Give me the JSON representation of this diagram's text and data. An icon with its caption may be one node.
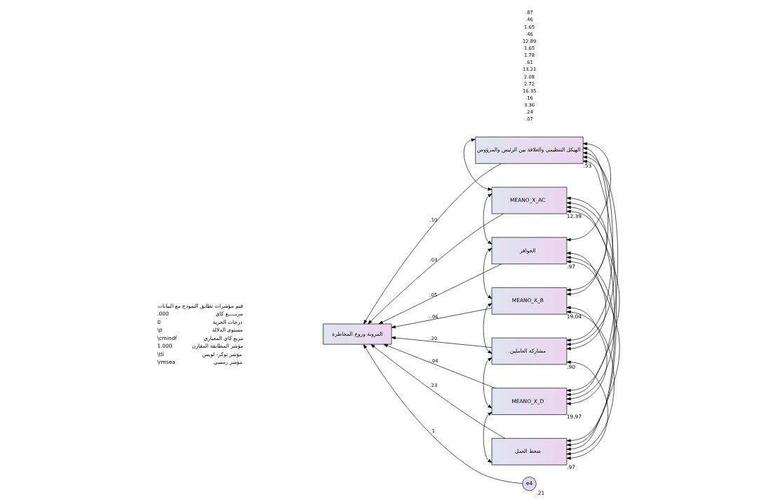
{
  "diagram": {
    "nodes": [
      {
        "text": [
          "المرونة وروح المخاطرة"
        ]
      },
      {
        "text": [
          "الهيكل التنظيمي والعلاقة بين الرئيس والمرؤوس"
        ],
        "beside": [
          ".53"
        ]
      },
      {
        "text": [
          "MEANO_X_AC"
        ],
        "beside": [
          "12.39"
        ]
      },
      {
        "text": [
          "الحوافز"
        ],
        "beside": [
          ".97"
        ]
      },
      {
        "text": [
          "MEANO_X_B"
        ],
        "beside": [
          "19.04"
        ]
      },
      {
        "text": [
          "مشاركة العاملين"
        ],
        "beside": [
          ".90"
        ]
      },
      {
        "text": [
          "MEANO_X_D"
        ],
        "beside": [
          "19.97"
        ]
      },
      {
        "text": [
          "ضغط العمل"
        ],
        "beside": [
          ".97"
        ]
      },
      {
        "text": [
          "e4"
        ],
        "beside": [
          ".21"
        ]
      }
    ],
    "edges": [
      {
        "from": 1,
        "to": 0,
        "arrow": "to",
        "label": ".10"
      },
      {
        "from": 2,
        "to": 0,
        "arrow": "to",
        "label": ".03"
      },
      {
        "from": 3,
        "to": 0,
        "arrow": "to",
        "label": ".05"
      },
      {
        "from": 4,
        "to": 0,
        "arrow": "to",
        "label": "-.06"
      },
      {
        "from": 5,
        "to": 0,
        "arrow": "to",
        "label": ".20"
      },
      {
        "from": 6,
        "to": 0,
        "arrow": "to",
        "label": "-.04"
      },
      {
        "from": 7,
        "to": 0,
        "arrow": "to",
        "label": ".23"
      },
      {
        "from": 8,
        "to": 0,
        "arrow": "to",
        "label": "1"
      },
      {
        "from": 1,
        "to": 2,
        "arrow": "both"
      },
      {
        "from": 1,
        "to": 3,
        "arrow": "both"
      },
      {
        "from": 1,
        "to": 4,
        "arrow": "both"
      },
      {
        "from": 1,
        "to": 5,
        "arrow": "both"
      },
      {
        "from": 1,
        "to": 6,
        "arrow": "both"
      },
      {
        "from": 1,
        "to": 7,
        "arrow": "both"
      },
      {
        "from": 2,
        "to": 3,
        "arrow": "both"
      },
      {
        "from": 2,
        "to": 4,
        "arrow": "both"
      },
      {
        "from": 2,
        "to": 5,
        "arrow": "both"
      },
      {
        "from": 2,
        "to": 6,
        "arrow": "both"
      },
      {
        "from": 2,
        "to": 7,
        "arrow": "both"
      },
      {
        "from": 3,
        "to": 4,
        "arrow": "both"
      },
      {
        "from": 3,
        "to": 5,
        "arrow": "both"
      },
      {
        "from": 3,
        "to": 6,
        "arrow": "both"
      },
      {
        "from": 3,
        "to": 7,
        "arrow": "both"
      },
      {
        "from": 4,
        "to": 5,
        "arrow": "both"
      },
      {
        "from": 4,
        "to": 6,
        "arrow": "both"
      },
      {
        "from": 4,
        "to": 7,
        "arrow": "both"
      },
      {
        "from": 5,
        "to": 6,
        "arrow": "both"
      },
      {
        "from": 5,
        "to": 7,
        "arrow": "both"
      },
      {
        "from": 6,
        "to": 7,
        "arrow": "both"
      }
    ],
    "labels": [
      "قيم مؤشرات تطابق النموذج مع البيانات",
      "مربـــــع كاي",
      ".000",
      "درجات الحرية",
      "0",
      "مستوى الدلالة",
      "\\p",
      "مربع كاي المعياري",
      "\\cmindf",
      "مؤشر المطابقة المقارن",
      "1.000",
      "مؤشر توكر- لويس",
      "\\tli",
      "مؤشر رمسي",
      "\\rmsea",
      ".87",
      ".46",
      "1.65",
      ".46",
      "12.89",
      "1.65",
      "1.78",
      ".61",
      "13.21",
      "2.08",
      "2.72",
      "16.35",
      ".16",
      "3.36",
      ".24",
      ".07"
    ]
  }
}
